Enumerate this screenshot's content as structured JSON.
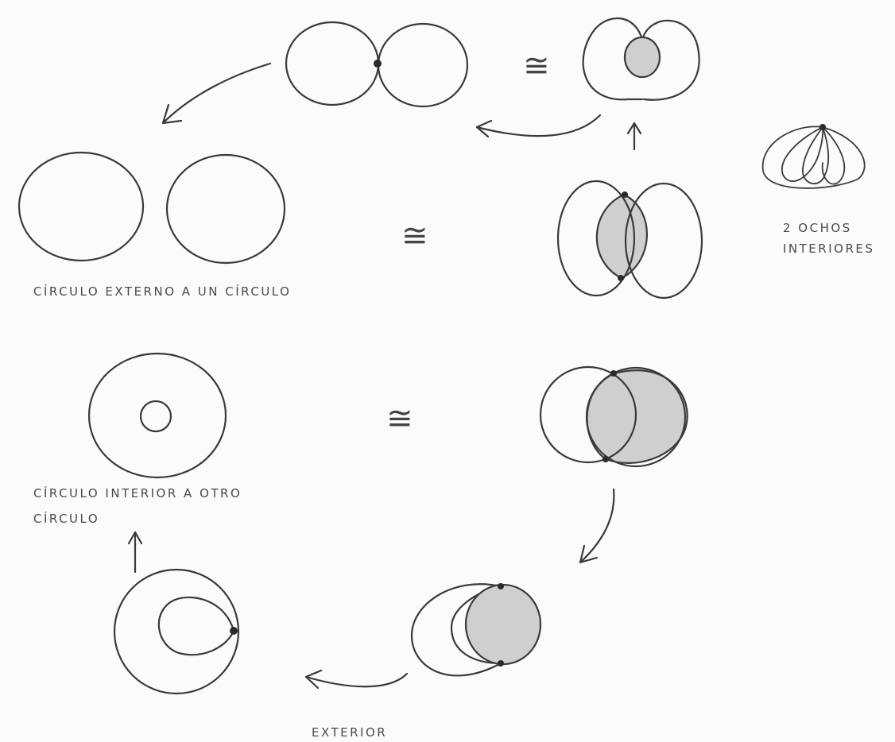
{
  "labels": {
    "circle_external": "CÍRCULO EXTERNO A UN CÍRCULO",
    "circle_interior_line1": "CÍRCULO INTERIOR A OTRO",
    "circle_interior_line2": "CÍRCULO",
    "two_eights_line1": "2 OCHOS",
    "two_eights_line2": "INTERIORES",
    "exterior": "EXTERIOR"
  },
  "symbols": {
    "congruent": "≅"
  },
  "colors": {
    "paper": "#fbfbf9",
    "ink": "#3a3a3a",
    "shading": "#cfcfcf"
  }
}
